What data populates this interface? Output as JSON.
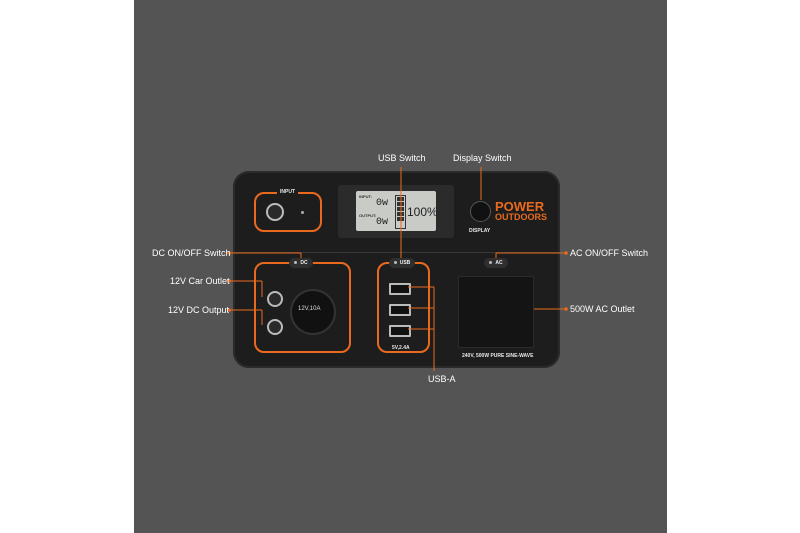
{
  "callouts": {
    "usb_switch": "USB Switch",
    "display_switch": "Display Switch",
    "dc_switch": "DC ON/OFF Switch",
    "car_outlet": "12V Car Outlet",
    "dc_output": "12V DC Output",
    "ac_switch": "AC ON/OFF Switch",
    "ac_outlet": "500W AC Outlet",
    "usb_a": "USB-A"
  },
  "device": {
    "input_label": "INPUT",
    "brand_line1": "POWER",
    "brand_line2": "OUTDOORS",
    "display_label": "DISPLAY",
    "lcd_input_label": "INPUT:",
    "lcd_output_label": "OUTPUT:",
    "lcd_input_value": "0w",
    "lcd_output_value": "0w",
    "lcd_percent": "100%",
    "dc_pill": "DC",
    "usb_pill": "USB",
    "ac_pill": "AC",
    "car_socket_label": "12V,10A",
    "usb_rating": "5V,2.4A",
    "ac_rating": "240V, 500W  PURE SINE-WAVE"
  },
  "colors": {
    "accent": "#e96a1e",
    "body": "#1d1d1d",
    "background": "#545454"
  }
}
